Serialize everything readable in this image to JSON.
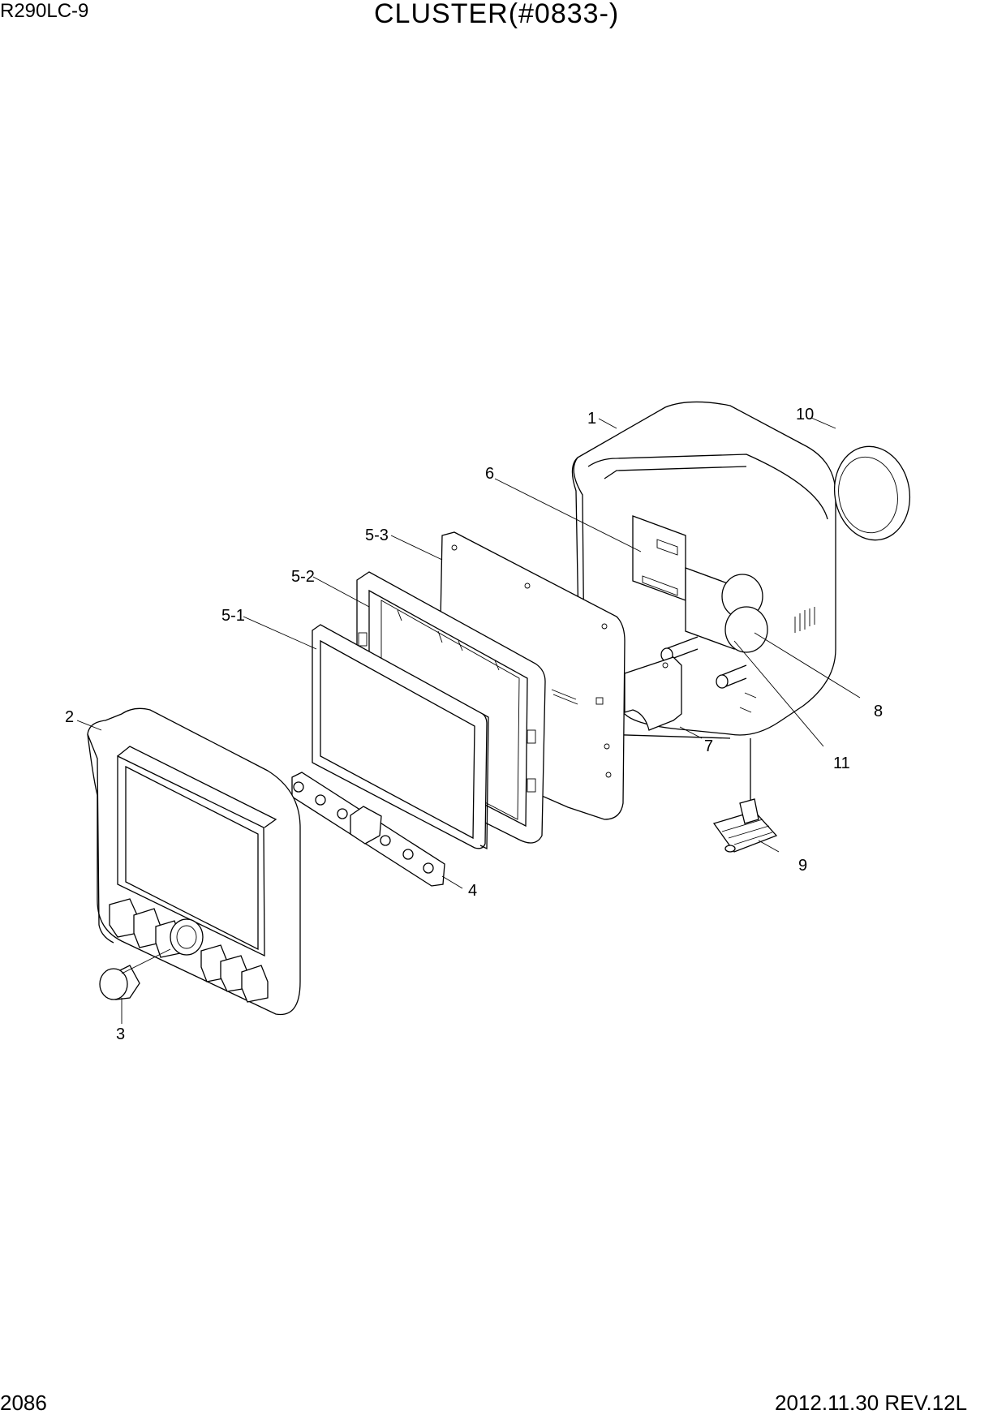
{
  "header": {
    "model": "R290LC-9",
    "title": "CLUSTER(#0833-)"
  },
  "footer": {
    "page_number": "2086",
    "revision": "2012.11.30  REV.12L"
  },
  "callouts": [
    "1",
    "2",
    "3",
    "4",
    "5-1",
    "5-2",
    "5-3",
    "6",
    "7",
    "8",
    "9",
    "10",
    "11"
  ]
}
